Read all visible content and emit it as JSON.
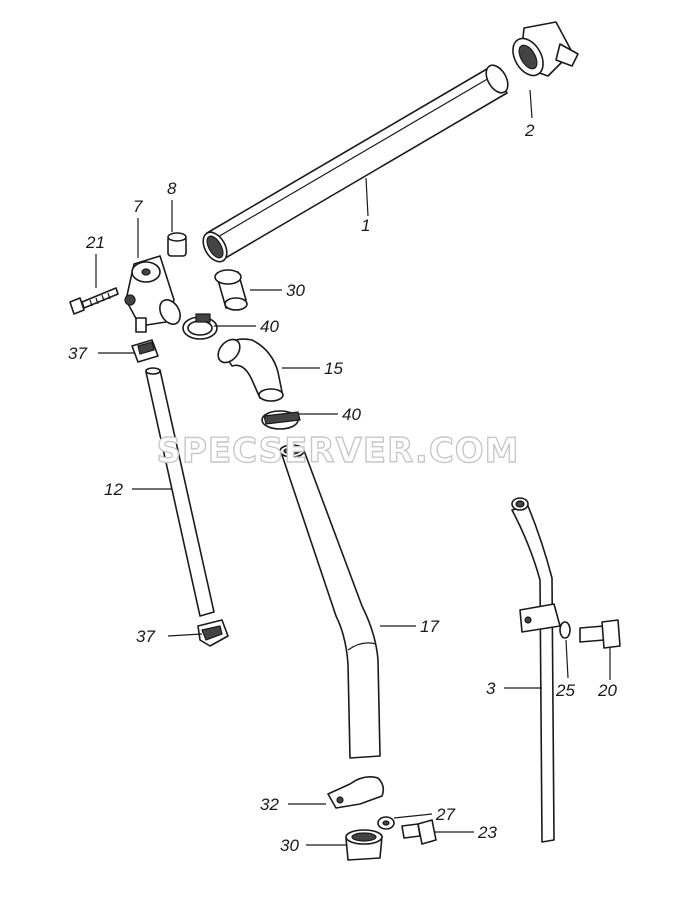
{
  "watermark": "SPECSERVER.COM",
  "labels": {
    "l1": "1",
    "l2": "2",
    "l3": "3",
    "l7": "7",
    "l8": "8",
    "l12": "12",
    "l15": "15",
    "l17": "17",
    "l20": "20",
    "l21": "21",
    "l23": "23",
    "l25": "25",
    "l27": "27",
    "l30a": "30",
    "l30b": "30",
    "l32": "32",
    "l37a": "37",
    "l37b": "37",
    "l40a": "40",
    "l40b": "40"
  }
}
